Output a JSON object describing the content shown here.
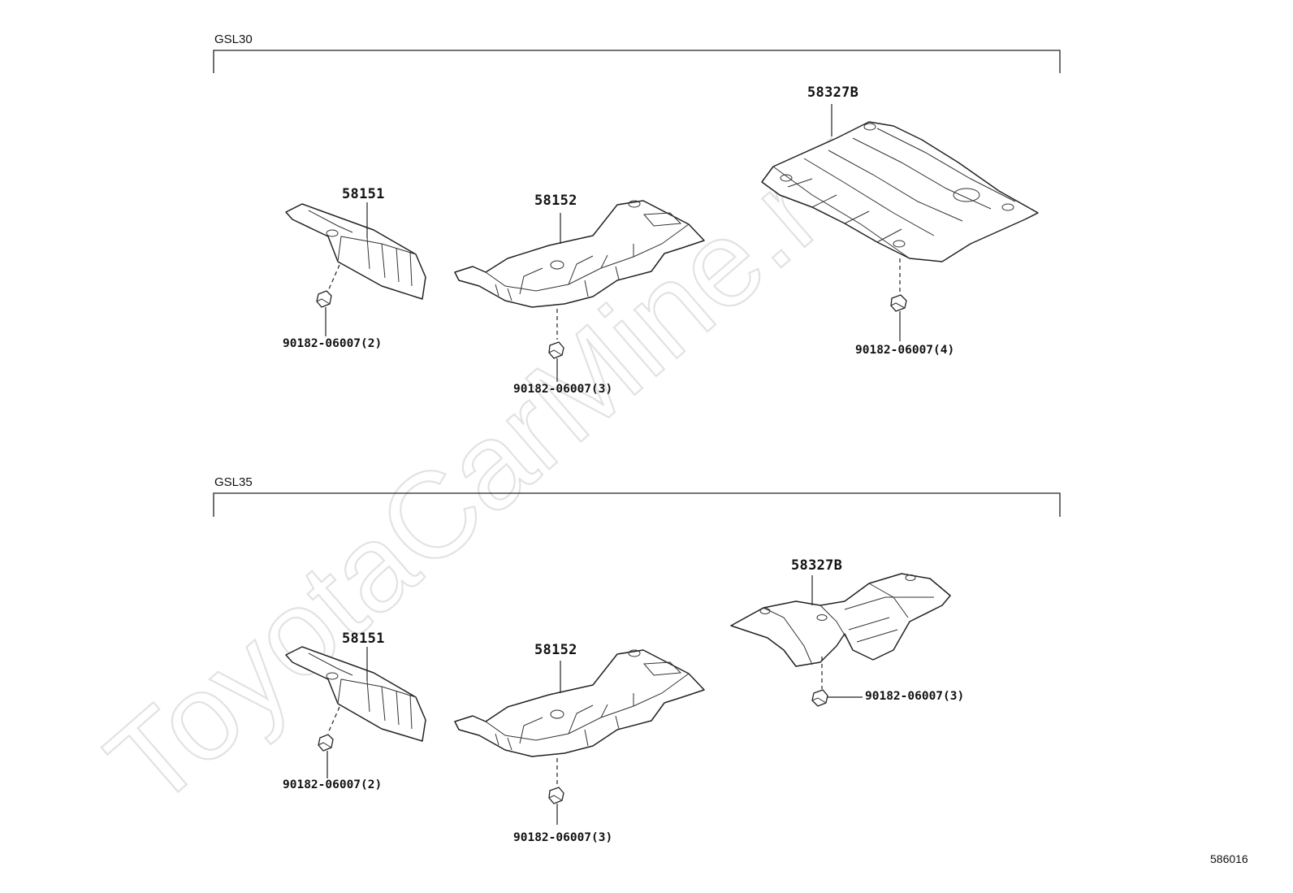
{
  "watermark": "ToyotaCarMine.ru",
  "diagram_id": "586016",
  "groups": [
    {
      "label": "GSL30",
      "parts": {
        "p58151": "58151",
        "p58152": "58152",
        "p58327": "58327B",
        "nut_a": "90182-06007(2)",
        "nut_b": "90182-06007(3)",
        "nut_c": "90182-06007(4)"
      }
    },
    {
      "label": "GSL35",
      "parts": {
        "p58151": "58151",
        "p58152": "58152",
        "p58327": "58327B",
        "nut_a": "90182-06007(2)",
        "nut_b": "90182-06007(3)",
        "nut_c": "90182-06007(3)"
      }
    }
  ]
}
